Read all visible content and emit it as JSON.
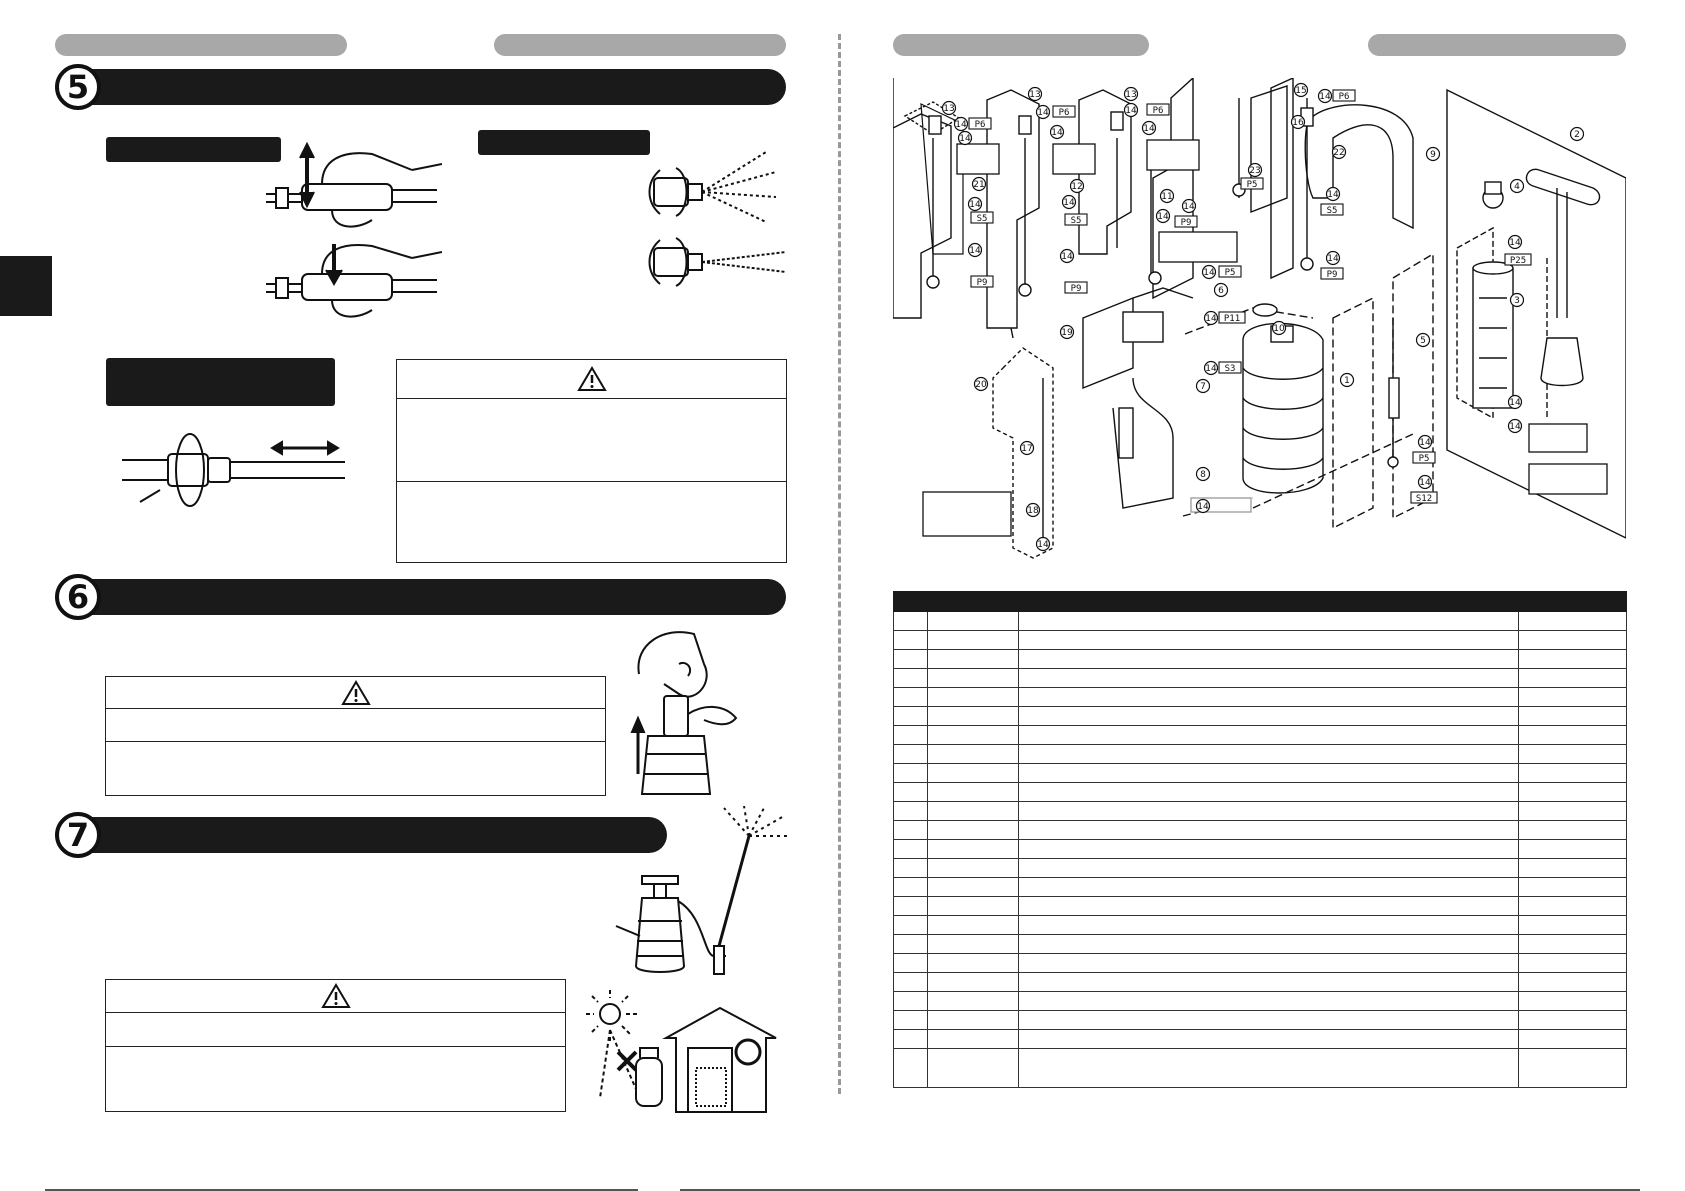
{
  "sections": {
    "five": {
      "number": "5"
    },
    "six": {
      "number": "6"
    },
    "seven": {
      "number": "7"
    }
  },
  "parts_table": {
    "row_count": 24
  },
  "callouts": {
    "parts": [
      "1",
      "2",
      "3",
      "4",
      "5",
      "6",
      "7",
      "8",
      "9",
      "10",
      "11",
      "12",
      "13",
      "14",
      "15",
      "16",
      "17",
      "18",
      "19",
      "20",
      "21",
      "22",
      "23"
    ],
    "codes": [
      "P6",
      "P6",
      "P6",
      "P6",
      "S5",
      "S5",
      "S5",
      "P9",
      "P9",
      "P9",
      "P9",
      "P5",
      "P5",
      "P5",
      "P11",
      "S3",
      "P25",
      "S12"
    ]
  },
  "icons": {
    "warning": "warning-triangle-icon",
    "cross": "x-mark-icon",
    "ok": "circle-ok-icon"
  },
  "colors": {
    "bar": "#1a1a1a",
    "pill": "#a8a8a8"
  }
}
